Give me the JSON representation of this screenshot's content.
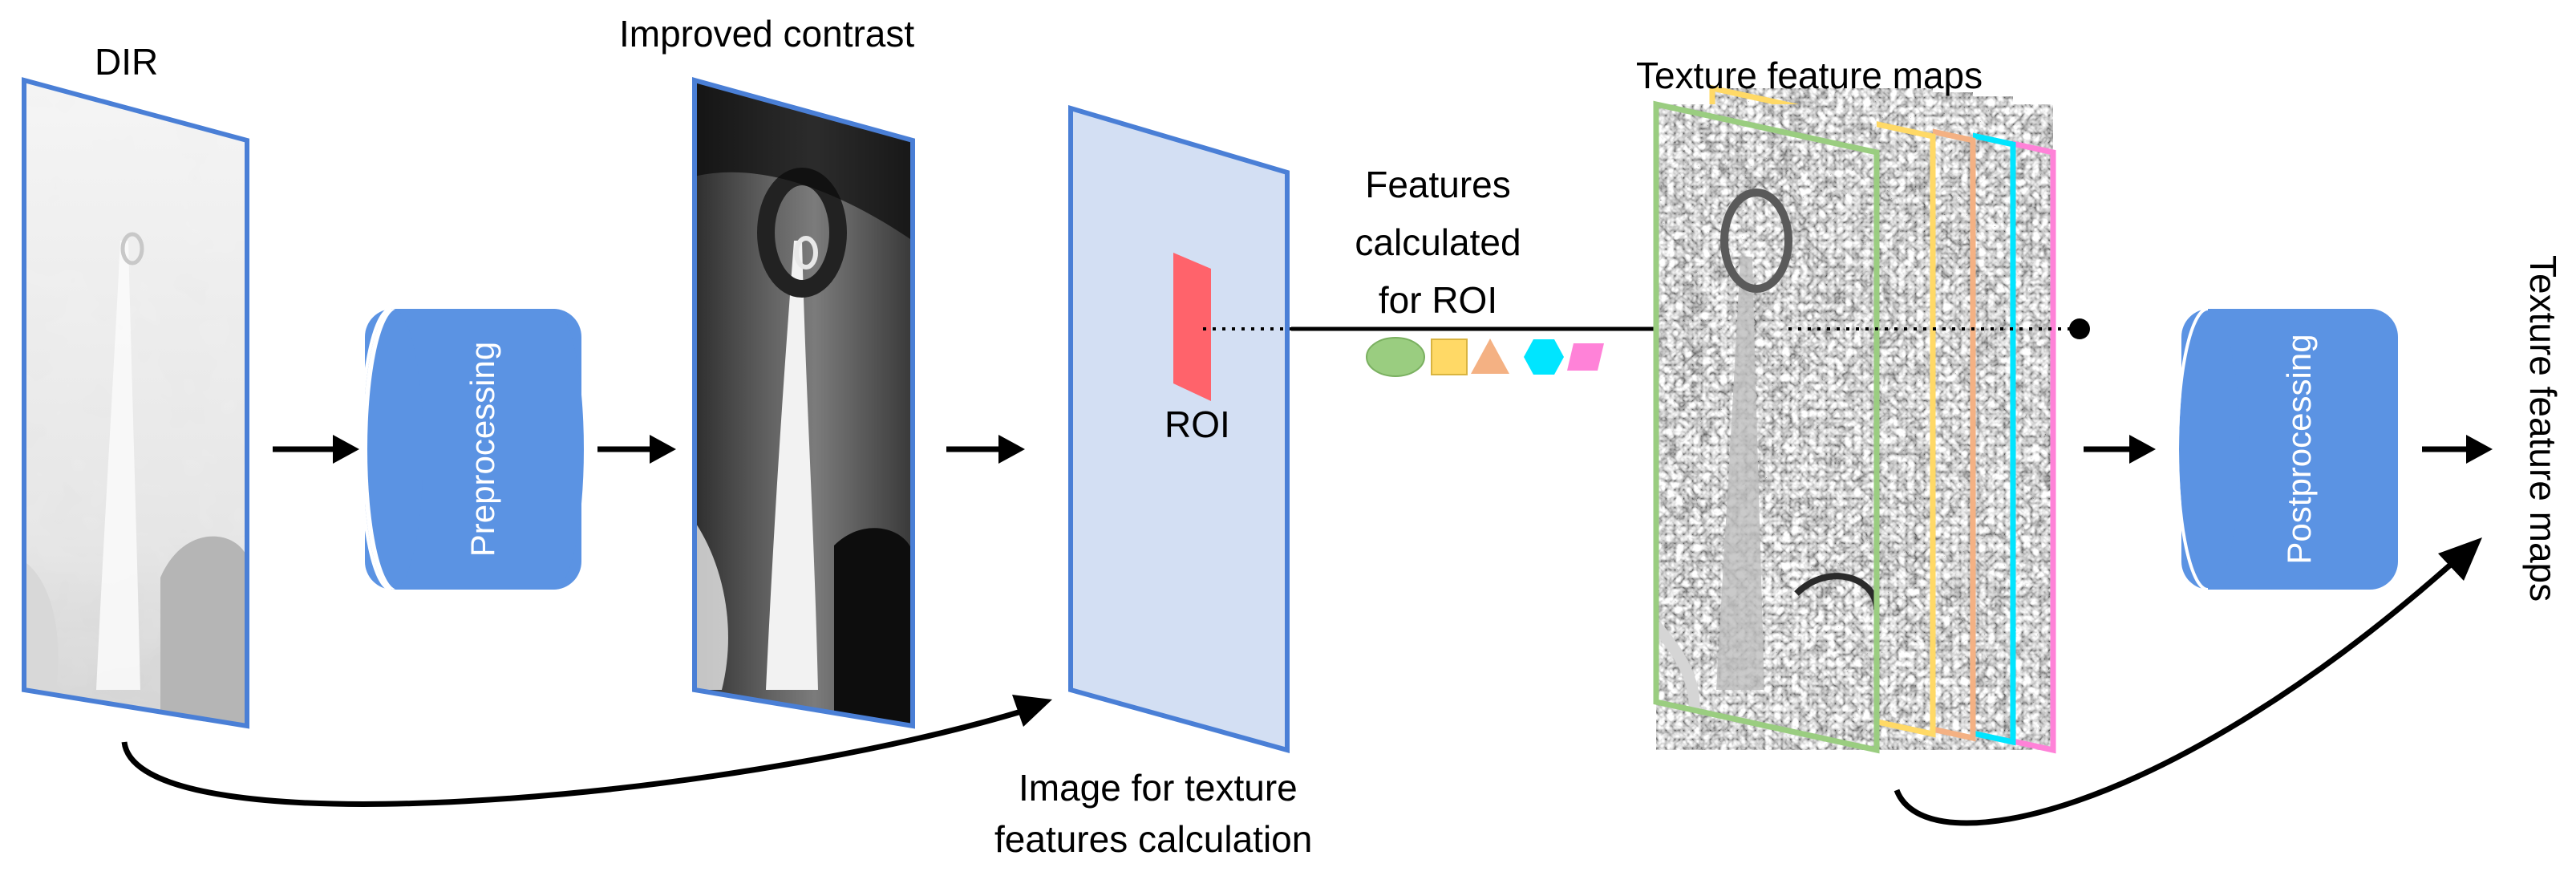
{
  "labels": {
    "dir": "DIR",
    "improved_contrast": "Improved contrast",
    "texture_feature_maps_top": "Texture feature maps",
    "features_line1": "Features",
    "features_line2": "calculated",
    "features_line3": "for ROI",
    "roi": "ROI",
    "image_for_texture_line1": "Image for texture",
    "image_for_texture_line2": "features calculation",
    "output_vertical": "Texture feature maps"
  },
  "blocks": {
    "preprocessing": "Preprocessing",
    "postprocessing": "Postprocessing"
  },
  "colors": {
    "frame_blue": "#4a7fd6",
    "cylinder_fill": "#5b93e3",
    "plane_fill": "#d3dff3",
    "roi_red": "#ff636b",
    "map_green": "#9acd80",
    "map_yellow": "#ffd966",
    "map_orange": "#f4b183",
    "map_cyan": "#00e5ff",
    "map_pink": "#ff82d8",
    "shape_green": "#9acd80",
    "shape_yellow": "#ffd966",
    "shape_orange": "#f4b183",
    "shape_cyan": "#00e5ff",
    "shape_pink": "#ff82d8"
  },
  "feature_shapes": [
    "ellipse",
    "square",
    "triangle",
    "hexagon",
    "parallelogram"
  ]
}
